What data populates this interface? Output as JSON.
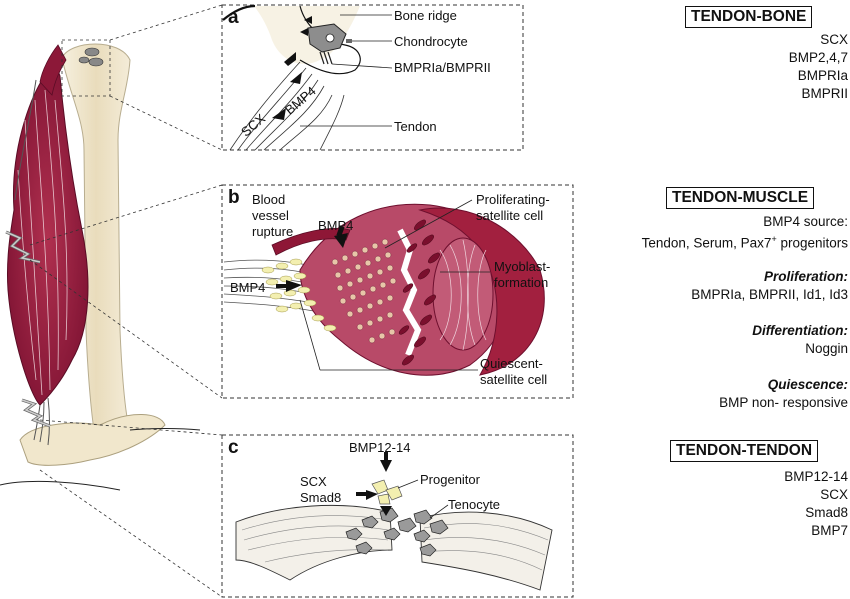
{
  "panels": {
    "a": {
      "letter": "a",
      "labels": {
        "bone_ridge": "Bone ridge",
        "chondrocyte": "Chondrocyte",
        "receptors": "BMPRIa/BMPRII",
        "tendon": "Tendon",
        "scx": "SCX",
        "bmp4": "BMP4"
      }
    },
    "b": {
      "letter": "b",
      "labels": {
        "blood_1": "Blood",
        "blood_2": "vessel",
        "blood_3": "rupture",
        "bmp4_top": "BMP4",
        "bmp4_left": "BMP4",
        "prolif_1": "Proliferating-",
        "prolif_2": "satellite cell",
        "myo_1": "Myoblast-",
        "myo_2": "formation",
        "quies_1": "Quiescent-",
        "quies_2": "satellite cell"
      }
    },
    "c": {
      "letter": "c",
      "labels": {
        "bmp12": "BMP12-14",
        "scx": "SCX",
        "smad8": "Smad8",
        "progenitor": "Progenitor",
        "tenocyte": "Tenocyte"
      }
    }
  },
  "right": {
    "tendon_bone": {
      "heading": "TENDON-BONE",
      "items": [
        "SCX",
        "BMP2,4,7",
        "BMPRIa",
        "BMPRII"
      ]
    },
    "tendon_muscle": {
      "heading": "TENDON-MUSCLE",
      "source_title": "BMP4 source:",
      "source_text": "Tendon, Serum, Pax7",
      "source_sup": "+",
      "source_tail": " progenitors",
      "prolif_title": "Proliferation:",
      "prolif_text": "BMPRIa, BMPRII, Id1, Id3",
      "diff_title": "Differentiation:",
      "diff_text": "Noggin",
      "quies_title": "Quiescence:",
      "quies_text": "BMP non- responsive"
    },
    "tendon_tendon": {
      "heading": "TENDON-TENDON",
      "items": [
        "BMP12-14",
        "SCX",
        "Smad8",
        "BMP7"
      ]
    }
  },
  "colors": {
    "muscle": "#9b1b44",
    "muscle_dark": "#6e0f2e",
    "bone": "#efe6cf",
    "bone_edge": "#b8ad8f",
    "cell_yellow": "#f3efb0",
    "line": "#222222"
  }
}
